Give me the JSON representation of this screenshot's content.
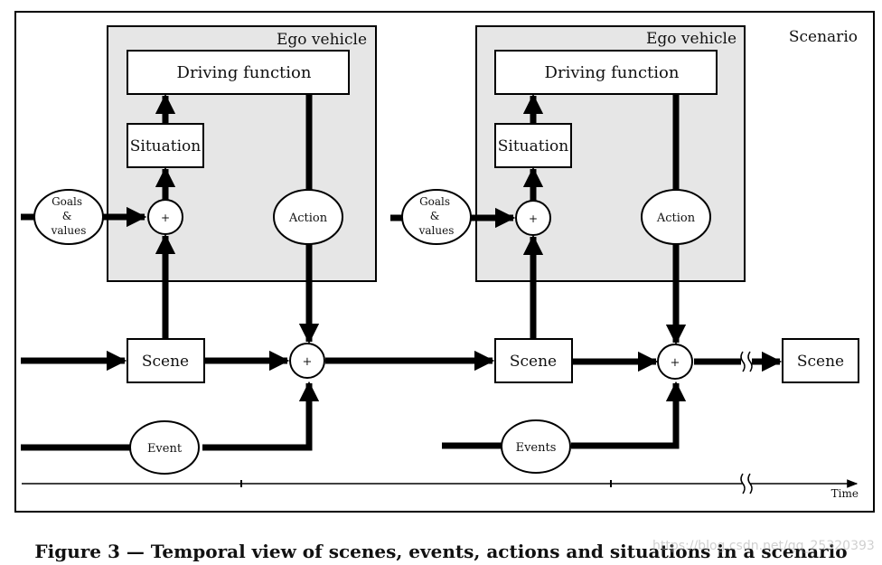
{
  "diagram": {
    "scenario_label": "Scenario",
    "ego_vehicle_label": "Ego vehicle",
    "driving_function_label": "Driving function",
    "situation_label": "Situation",
    "goals_lines": [
      "Goals",
      "&",
      "values"
    ],
    "action_label": "Action",
    "scene_label": "Scene",
    "plus_symbol": "+",
    "event_label_1": "Event",
    "event_label_2": "Events",
    "time_label": "Time"
  },
  "caption": "Figure 3 — Temporal view of scenes, events, actions and situations in a scenario",
  "watermark": "https://blog.csdn.net/qq_25320393",
  "colors": {
    "ego_fill": "#e6e6e6",
    "stroke": "#000000",
    "background": "#ffffff"
  }
}
